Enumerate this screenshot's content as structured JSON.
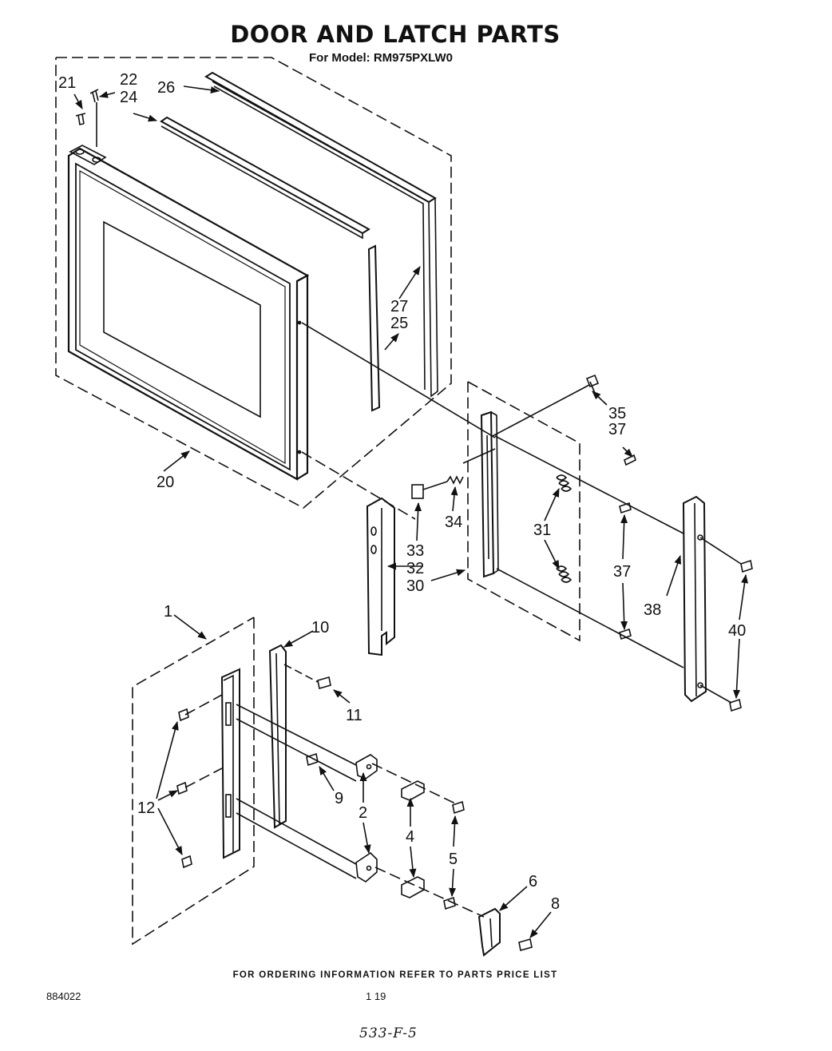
{
  "header": {
    "title": "DOOR AND LATCH PARTS",
    "subtitle": "For Model: RM975PXLW0"
  },
  "footer": {
    "ordering_note": "FOR ORDERING INFORMATION REFER TO PARTS PRICE LIST",
    "doc_number": "884022",
    "page_number": "1 19",
    "code": "533-F-5"
  },
  "callouts": {
    "c1": "1",
    "c2": "2",
    "c4": "4",
    "c5": "5",
    "c6": "6",
    "c8": "8",
    "c9": "9",
    "c10": "10",
    "c11": "11",
    "c12": "12",
    "c20": "20",
    "c21": "21",
    "c22": "22",
    "c24": "24",
    "c25": "25",
    "c26": "26",
    "c27": "27",
    "c30": "30",
    "c31": "31",
    "c32": "32",
    "c33": "33",
    "c34": "34",
    "c35": "35",
    "c37a": "37",
    "c37b": "37",
    "c38": "38",
    "c40": "40"
  }
}
